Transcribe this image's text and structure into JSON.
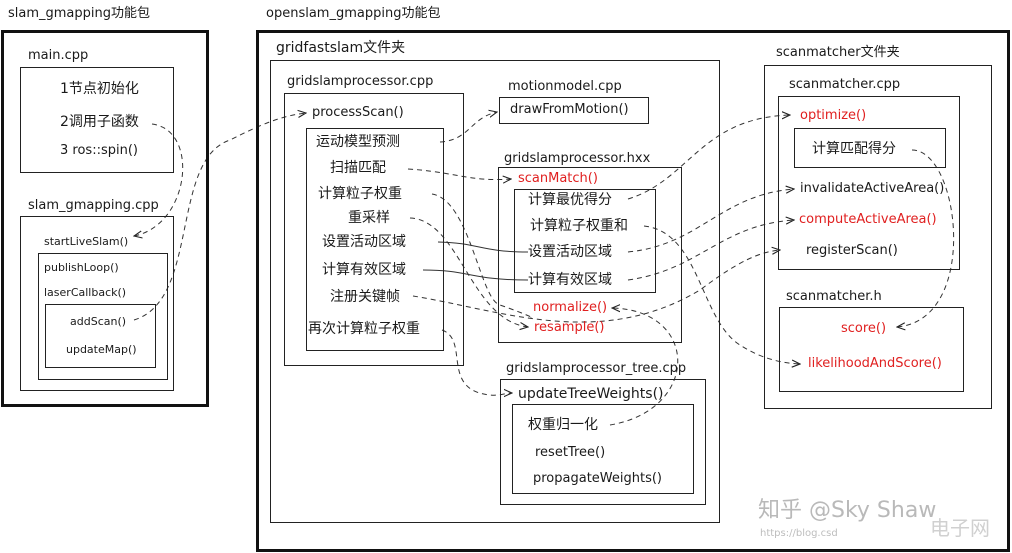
{
  "packages": {
    "slam": "slam_gmapping功能包",
    "openslam": "openslam_gmapping功能包"
  },
  "main_cpp": {
    "title": "main.cpp",
    "items": [
      "1节点初始化",
      "2调用子函数",
      "3 ros::spin()"
    ]
  },
  "slam_gmapping_cpp": {
    "title": "slam_gmapping.cpp",
    "start": "startLiveSlam()",
    "publish": "publishLoop()",
    "laser": "laserCallback()",
    "addscan": "addScan()",
    "updatemap": "updateMap()"
  },
  "gridfastslam": {
    "title": "gridfastslam文件夹",
    "processor_cpp": {
      "title": "gridslamprocessor.cpp",
      "process": "processScan()",
      "steps": [
        "运动模型预测",
        "扫描匹配",
        "计算粒子权重",
        "重采样",
        "设置活动区域",
        "计算有效区域",
        "注册关键帧",
        "再次计算粒子权重"
      ]
    },
    "motionmodel": {
      "title": "motionmodel.cpp",
      "fn": "drawFromMotion()"
    },
    "processor_hxx": {
      "title": "gridslamprocessor.hxx",
      "scanmatch": "scanMatch()",
      "items": [
        "计算最优得分",
        "计算粒子权重和",
        "设置活动区域",
        "计算有效区域"
      ],
      "normalize": "normalize()",
      "resample": "resample()"
    },
    "tree_cpp": {
      "title": "gridslamprocessor_tree.cpp",
      "update": "updateTreeWeights()",
      "items": [
        "权重归一化",
        "resetTree()",
        "propagateWeights()"
      ]
    }
  },
  "scanmatcher": {
    "title": "scanmatcher文件夹",
    "cpp": {
      "title": "scanmatcher.cpp",
      "optimize": "optimize()",
      "score_calc": "计算匹配得分",
      "invalidate": "invalidateActiveArea()",
      "compute": "computeActiveArea()",
      "register": "registerScan()"
    },
    "h": {
      "title": "scanmatcher.h",
      "score": "score()",
      "likelihood": "likelihoodAndScore()"
    }
  },
  "watermark": {
    "zhihu": "知乎 @Sky Shaw",
    "blog": "https://blog.csd",
    "site": "电子网"
  },
  "colors": {
    "red": "#e02020",
    "line": "#333333"
  }
}
